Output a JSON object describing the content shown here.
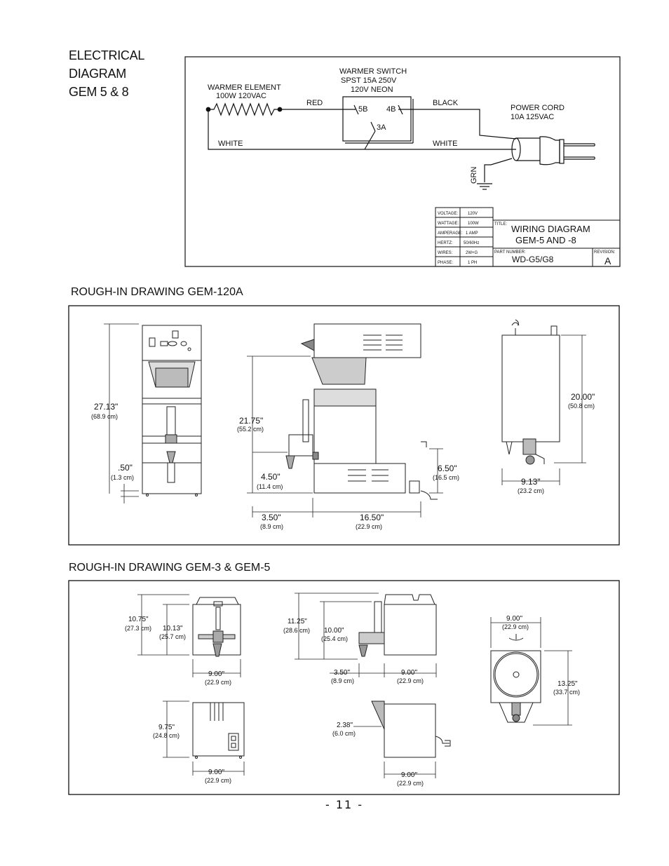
{
  "electrical": {
    "title_lines": [
      "ELECTRICAL",
      "DIAGRAM",
      "GEM 5 & 8"
    ],
    "warmer_element": [
      "WARMER ELEMENT",
      "100W 120VAC"
    ],
    "warmer_switch": [
      "WARMER SWITCH",
      "SPST 15A 250V",
      "120V NEON"
    ],
    "power_cord": [
      "POWER CORD",
      "10A 125VAC"
    ],
    "wire_red": "RED",
    "wire_black": "BLACK",
    "wire_white_left": "WHITE",
    "wire_white_right": "WHITE",
    "wire_grn": "GRN",
    "terminal_5b": "5B",
    "terminal_4b": "4B",
    "terminal_3a": "3A",
    "spec_table": [
      {
        "label": "VOLTAGE:",
        "value": "120V"
      },
      {
        "label": "WATTAGE:",
        "value": "100W"
      },
      {
        "label": "AMPERAGE:",
        "value": "1 AMP"
      },
      {
        "label": "HERTZ:",
        "value": "50/60Hz"
      },
      {
        "label": "WIRES:",
        "value": "2W+G"
      },
      {
        "label": "PHASE:",
        "value": "1 PH"
      }
    ],
    "title_label": "TITLE:",
    "title_value": [
      "WIRING DIAGRAM",
      "GEM-5 AND -8"
    ],
    "part_number_label": "PART NUMBER:",
    "part_number_value": "WD-G5/G8",
    "revision_label": "REVISION:",
    "revision_value": "A"
  },
  "rough_in_120a": {
    "heading": "ROUGH-IN DRAWING GEM-120A",
    "dims": {
      "d1": "27.13\"",
      "d1cm": "(68.9 cm)",
      "d2": ".50\"",
      "d2cm": "(1.3 cm)",
      "d3": "21.75\"",
      "d3cm": "(55.2 cm)",
      "d4": "4.50\"",
      "d4cm": "(11.4 cm)",
      "d5": "3.50\"",
      "d5cm": "(8.9 cm)",
      "d6": "16.50\"",
      "d6cm": "(22.9 cm)",
      "d7": "20.00\"",
      "d7cm": "(50.8 cm)",
      "d8": "6.50\"",
      "d8cm": "(16.5 cm)",
      "d9": "9.13\"",
      "d9cm": "(23.2 cm)"
    }
  },
  "rough_in_gem35": {
    "heading": "ROUGH-IN DRAWING GEM-3 & GEM-5",
    "dims": {
      "e1": "10.75\"",
      "e1cm": "(27.3 cm)",
      "e2": "10.13\"",
      "e2cm": "(25.7 cm)",
      "e3": "9.00\"",
      "e3cm": "(22.9 cm)",
      "e4": "11.25\"",
      "e4cm": "(28.6 cm)",
      "e5": "10.00\"",
      "e5cm": "(25.4 cm)",
      "e6": "3.50\"",
      "e6cm": "(8.9 cm)",
      "e7": "9.00\"",
      "e7cm": "(22.9 cm)",
      "e8": "9.00\"",
      "e8cm": "(22.9 cm)",
      "e9": "13.25\"",
      "e9cm": "(33.7 cm)",
      "e10": "9.75\"",
      "e10cm": "(24.8 cm)",
      "e11": "9.00\"",
      "e11cm": "(22.9 cm)",
      "e12": "2.38\"",
      "e12cm": "(6.0 cm)",
      "e13": "9.00\"",
      "e13cm": "(22.9 cm)"
    }
  },
  "page_number": "- 11 -"
}
